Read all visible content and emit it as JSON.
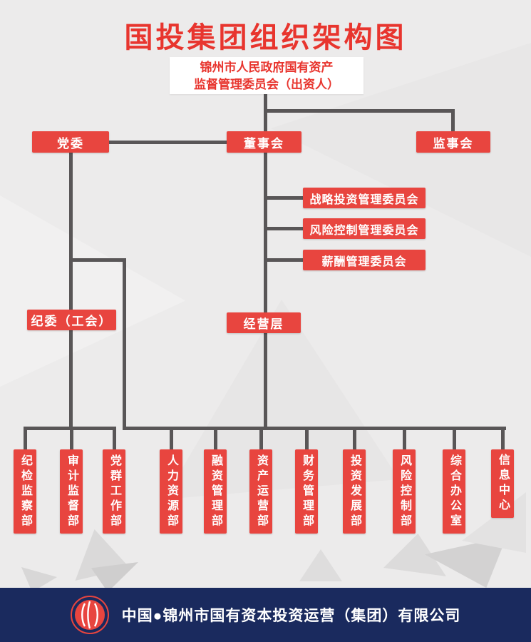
{
  "title": "国投集团组织架构图",
  "chart": {
    "owner": {
      "line1": "锦州市人民政府国有资产",
      "line2": "监督管理委员会（出资人）"
    },
    "party_committee": "党委",
    "board": "董事会",
    "supervisory_board": "监事会",
    "committees": [
      "战略投资管理委员会",
      "风险控制管理委员会",
      "薪酬管理委员会"
    ],
    "discipline_union": "纪委（工会）",
    "management_level": "经营层",
    "departments": [
      "纪检监察部",
      "审计监督部",
      "党群工作部",
      "人力资源部",
      "融资管理部",
      "资产运营部",
      "财务管理部",
      "投资发展部",
      "风险控制部",
      "综合办公室",
      "信息中心"
    ]
  },
  "footer": {
    "company_name": "中国●锦州市国有资本投资运营（集团）有限公司"
  },
  "colors": {
    "brand_red": "#e8453f",
    "title_red": "#e8352e",
    "line_gray": "#595657",
    "footer_navy": "#1a2a5e",
    "background": "#ecebeb"
  }
}
